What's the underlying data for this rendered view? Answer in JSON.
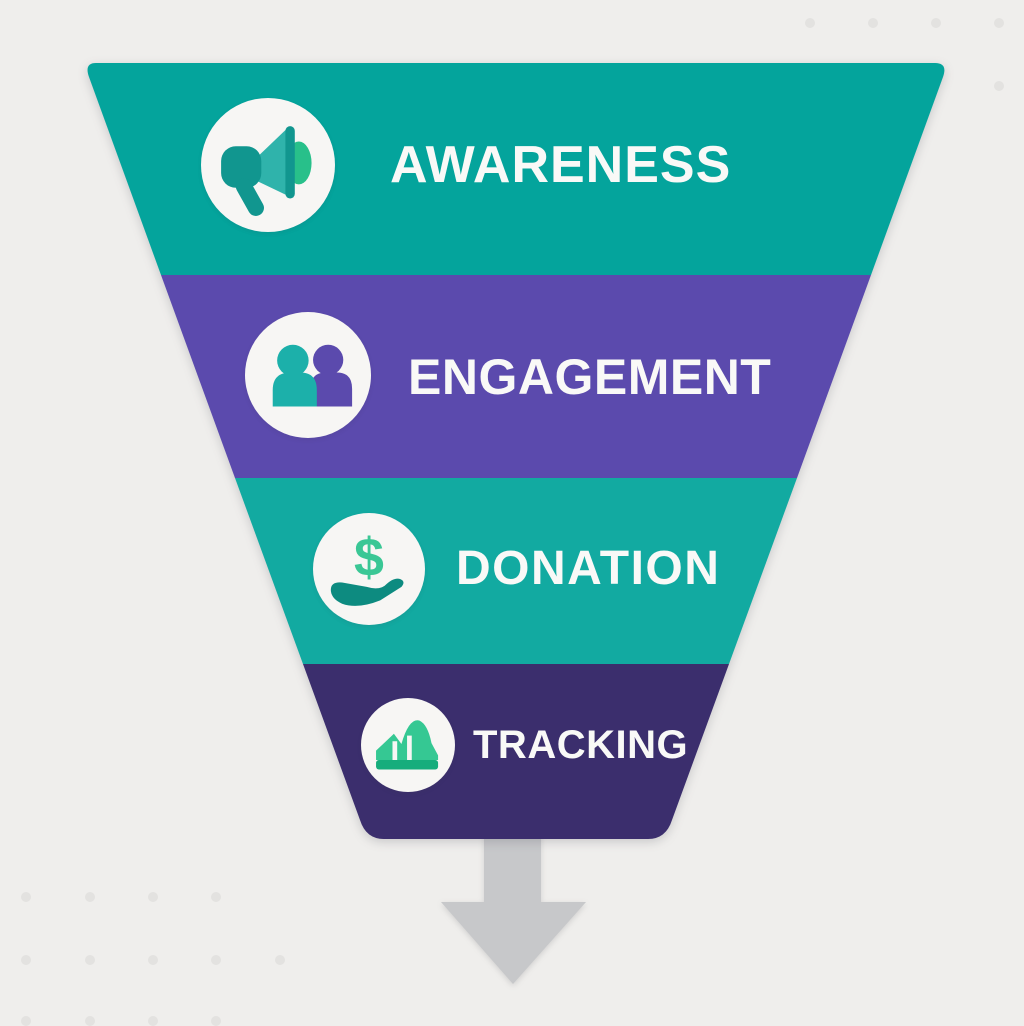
{
  "diagram": {
    "type": "funnel",
    "stages": [
      {
        "label": "AWARENESS",
        "icon": "megaphone-icon",
        "color": "#04a49c"
      },
      {
        "label": "ENGAGEMENT",
        "icon": "people-icon",
        "color": "#5b4aad"
      },
      {
        "label": "DONATION",
        "icon": "hand-dollar-icon",
        "color": "#12aaa1"
      },
      {
        "label": "TRACKING",
        "icon": "area-chart-icon",
        "color": "#3b2e6d"
      }
    ],
    "arrow_color": "#c7c8ca",
    "background_color": "#efeeec",
    "dot_color": "#e3e2e0",
    "icon_circle_color": "#f7f6f4",
    "label_color": "#f9f9f7",
    "icon_palette": {
      "megaphone_dark": "#11968f",
      "megaphone_cone": "#2fb3ab",
      "megaphone_knob": "#28c08a",
      "person_front": "#1cb0aa",
      "person_back": "#5b4aad",
      "dollar_green": "#3ac795",
      "dollar_symbol": "$",
      "hand_teal": "#0d8b80",
      "chart_green": "#35c893",
      "chart_base": "#16ad7c",
      "slit_white": "#f7f6f4"
    }
  }
}
